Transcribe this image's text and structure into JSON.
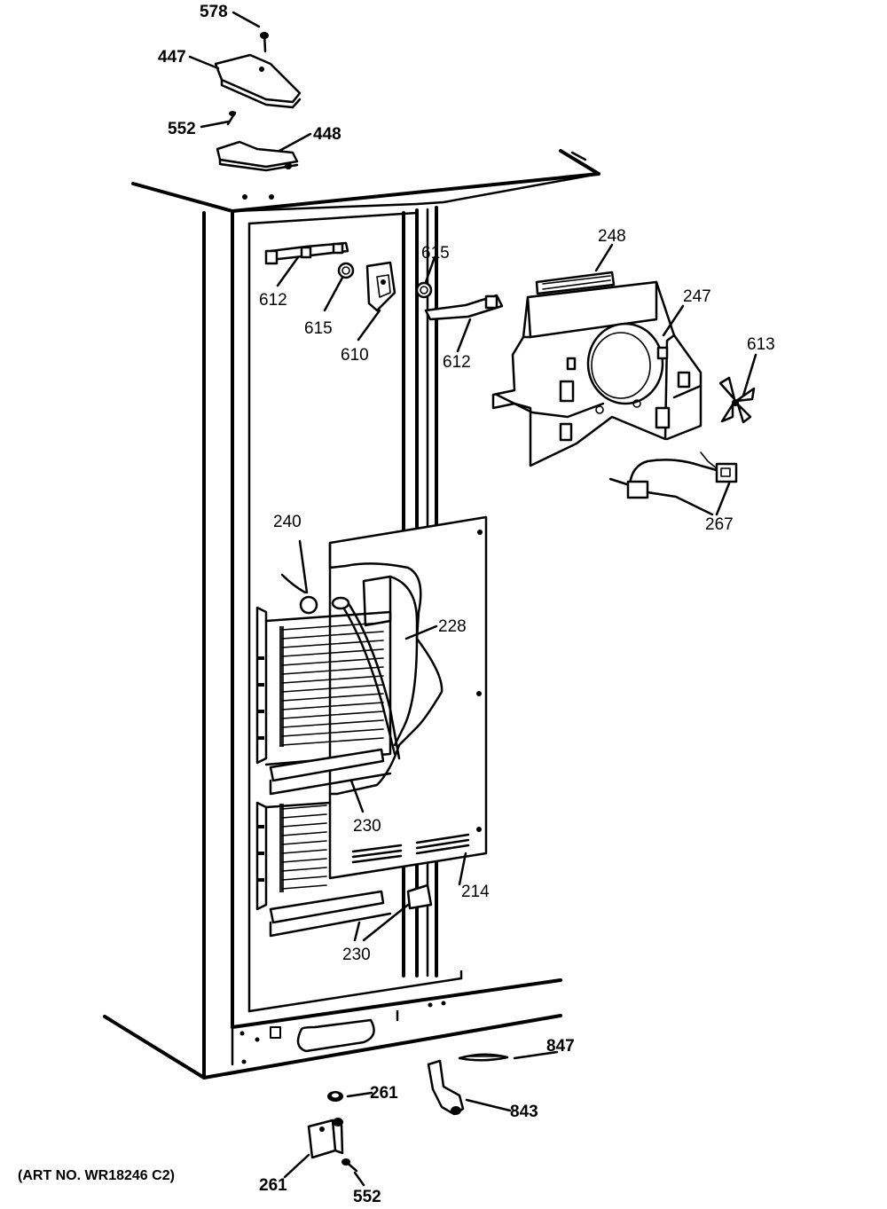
{
  "diagram": {
    "art_number": "(ART NO. WR18246 C2)",
    "labels": {
      "p578": "578",
      "p447": "447",
      "p552a": "552",
      "p448": "448",
      "p248": "248",
      "p615a": "615",
      "p615b": "615",
      "p612a": "612",
      "p612b": "612",
      "p610": "610",
      "p247": "247",
      "p613": "613",
      "p267": "267",
      "p240": "240",
      "p228": "228",
      "p230a": "230",
      "p230b": "230",
      "p214": "214",
      "p847": "847",
      "p261a": "261",
      "p843": "843",
      "p261b": "261",
      "p552b": "552"
    }
  }
}
